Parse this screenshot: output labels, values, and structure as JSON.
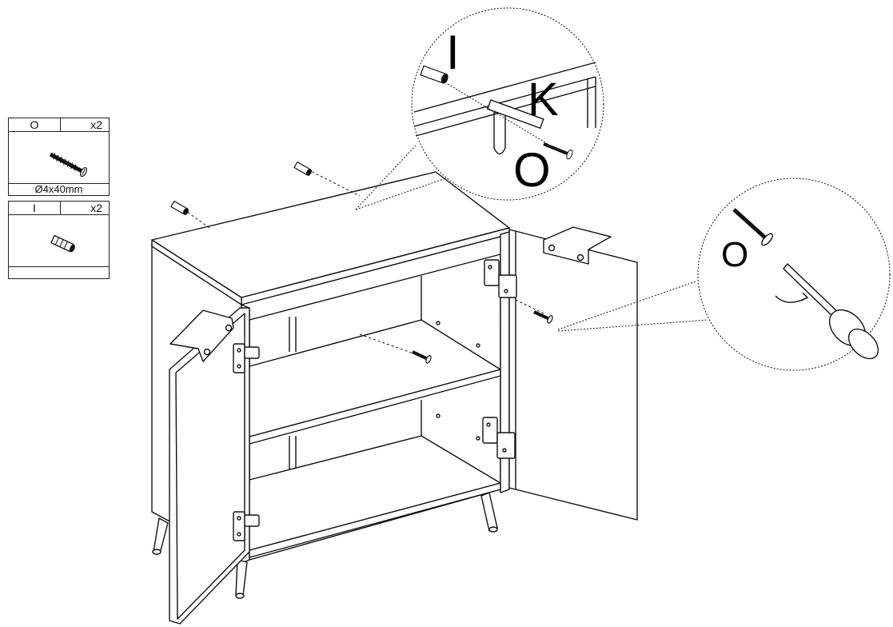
{
  "parts": [
    {
      "code": "O",
      "qty": "x2",
      "size": "Ø4x40mm",
      "icon": "screw-icon"
    },
    {
      "code": "I",
      "qty": "x2",
      "size": "",
      "icon": "wall-plug-icon"
    }
  ],
  "callouts": {
    "top_detail": {
      "labels": [
        "I",
        "K",
        "O"
      ]
    },
    "right_detail": {
      "labels": [
        "O"
      ]
    }
  }
}
